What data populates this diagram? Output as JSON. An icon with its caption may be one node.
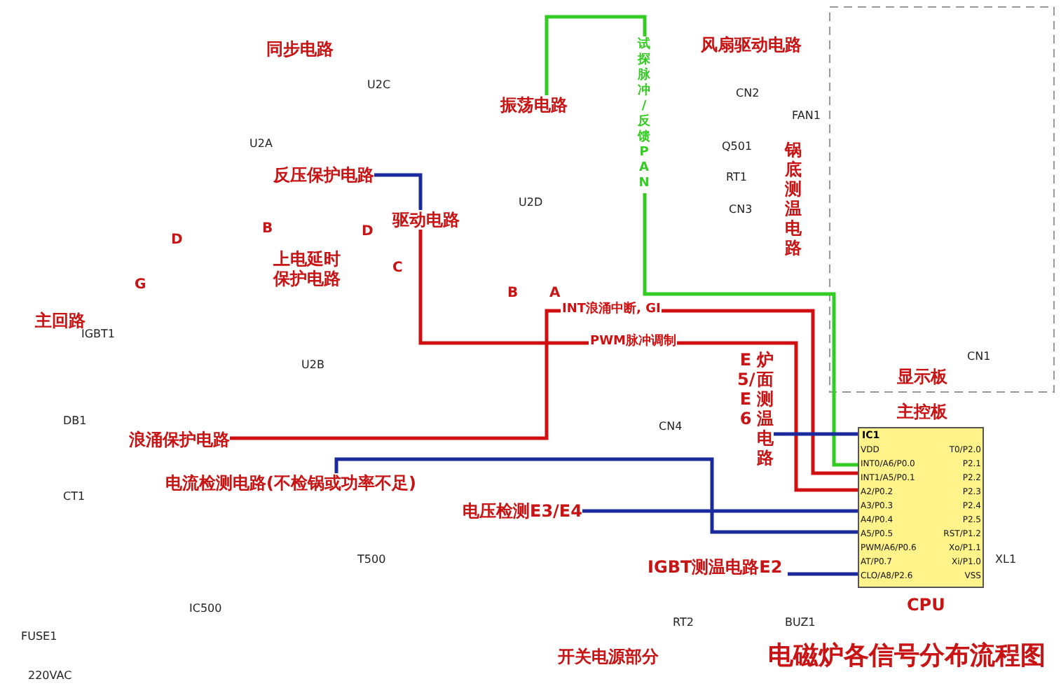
{
  "diagram": {
    "title": "电磁炉各信号分布流程图",
    "nodes": [
      {
        "text": [
          "同步电路"
        ]
      },
      {
        "text": [
          "振荡电路"
        ]
      },
      {
        "text": [
          "反压保护电路"
        ]
      },
      {
        "text": [
          "驱动电路"
        ]
      },
      {
        "text": [
          "上电延时保护电路"
        ]
      },
      {
        "text": [
          "主回路"
        ]
      },
      {
        "text": [
          "浪涌保护电路"
        ]
      },
      {
        "text": [
          "电流检测电路(不检锅或功率不足)"
        ]
      },
      {
        "text": [
          "电压检测E3/E4"
        ]
      },
      {
        "text": [
          "IGBT测温电路E2"
        ]
      },
      {
        "text": [
          "E5/E6",
          "炉面测温电路"
        ]
      },
      {
        "text": [
          "锅底测温电路"
        ]
      },
      {
        "text": [
          "风扇驱动电路"
        ]
      },
      {
        "text": [
          "开关电源部分"
        ]
      },
      {
        "text": [
          "IC1"
        ],
        "beside": [
          "CPU"
        ]
      },
      {
        "text": [
          "显示板"
        ]
      },
      {
        "text": [
          "主控板"
        ]
      }
    ],
    "edges": [
      {
        "from": 6,
        "to": 14,
        "arrow": "none",
        "label": "INT浪涌中断, GI",
        "color": "#d01010"
      },
      {
        "from": 14,
        "to": 3,
        "arrow": "none",
        "label": "PWM脉冲调制",
        "color": "#d01010"
      },
      {
        "from": 1,
        "to": 14,
        "arrow": "none",
        "label": "试探脉冲 / 反馈PAN",
        "color": "#33cc22"
      },
      {
        "from": 2,
        "to": 3,
        "arrow": "none"
      },
      {
        "from": 7,
        "to": 14,
        "arrow": "none"
      },
      {
        "from": 8,
        "to": 14,
        "arrow": "none"
      },
      {
        "from": 9,
        "to": 14,
        "arrow": "none"
      },
      {
        "from": 10,
        "to": 14,
        "arrow": "none"
      }
    ],
    "labels": [
      "U2C",
      "CN2",
      "FAN1",
      "U2A",
      "Q501",
      "RT1",
      "U2D",
      "CN3",
      "B",
      "D",
      "D",
      "C",
      "G",
      "B",
      "A",
      "IGBT1",
      "CN1",
      "U2B",
      "DB1",
      "CN4",
      "CT1",
      "T500",
      "IC500",
      "RT2",
      "BUZ1",
      "XL1",
      "FUSE1",
      "220VAC",
      "VDD",
      "INT0/A6/P0.0",
      "INT1/A5/P0.1",
      "A2/P0.2",
      "A3/P0.3",
      "A4/P0.4",
      "A5/P0.5",
      "PWM/A6/P0.6",
      "AT/P0.7",
      "CLO/A8/P2.6",
      "T0/P2.0",
      "P2.1",
      "P2.2",
      "P2.3",
      "P2.4",
      "P2.5",
      "RST/P1.2",
      "Xo/P1.1",
      "Xi/P1.0",
      "VSS"
    ]
  }
}
